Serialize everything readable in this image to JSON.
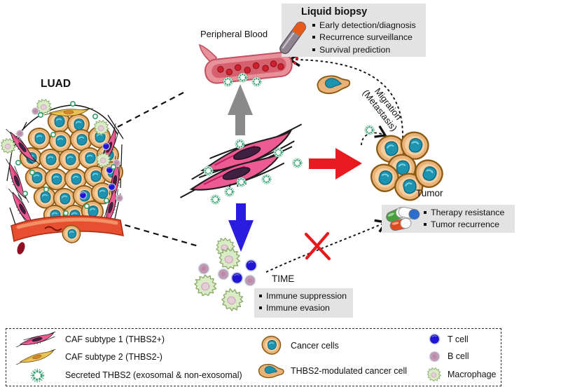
{
  "figure": {
    "labels": {
      "luad": "LUAD",
      "peripheral_blood": "Peripheral Blood",
      "tumor": "Tumor",
      "time": "TIME",
      "migration_line1": "Migration",
      "migration_line2": "(Metastasis)"
    },
    "liquid_biopsy_box": {
      "title": "Liquid biopsy",
      "items": [
        "Early detection/diagnosis",
        "Recurrence surveillance",
        "Survival prediction"
      ]
    },
    "tumor_box": {
      "items": [
        "Therapy resistance",
        "Tumor recurrence"
      ]
    },
    "time_box": {
      "items": [
        "Immune suppression",
        "Immune evasion"
      ]
    },
    "legend": {
      "left": [
        "CAF subtype 1 (THBS2+)",
        "CAF subtype 2 (THBS2-)",
        "Secreted THBS2 (exosomal & non-exosomal)"
      ],
      "middle": [
        "Cancer cells",
        "THBS2-modulated cancer cell"
      ],
      "right": [
        "T cell",
        "B cell",
        "Macrophage"
      ]
    },
    "colors": {
      "exosome_green": "#3aa376",
      "caf_pink": "#ee5a92",
      "caf_yellow": "#e9c452",
      "cancer_cell_tan": "#eab277",
      "nucleus_teal": "#1e93af",
      "t_cell_blue": "#2114d6",
      "b_cell_mauve": "#c59cb5",
      "macrophage_green": "#d9ecc6",
      "arrow_gray": "#8a8a8a",
      "arrow_blue": "#2a1de0",
      "arrow_red": "#ea1b20",
      "info_box_gray": "#e3e3e3"
    }
  }
}
